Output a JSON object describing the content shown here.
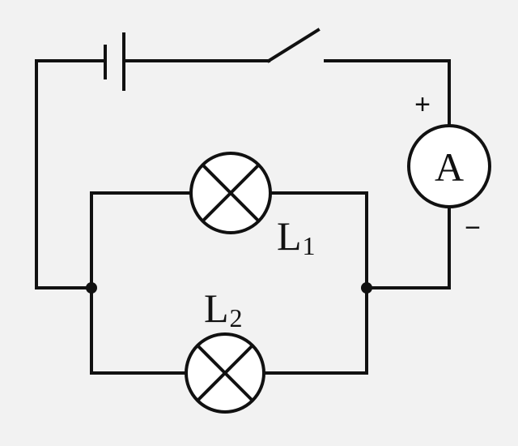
{
  "ammeter": {
    "symbol": "A",
    "plus_sign": "+",
    "minus_sign": "−"
  },
  "lamp_1": {
    "letter": "L",
    "subscript": "1"
  },
  "lamp_2": {
    "letter": "L",
    "subscript": "2"
  },
  "colors": {
    "stroke": "#111111",
    "background": "#f2f2f2"
  }
}
